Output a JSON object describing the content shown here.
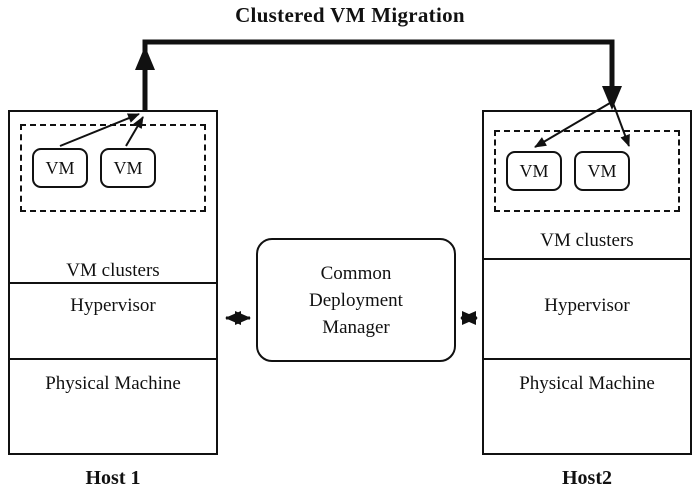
{
  "diagram": {
    "title": "Clustered VM Migration"
  },
  "manager": {
    "lines": [
      "Common",
      "Deployment",
      "Manager"
    ]
  },
  "hosts": [
    {
      "name": "Host 1",
      "vms": [
        "VM",
        "VM"
      ],
      "clusters_label": "VM clusters",
      "hypervisor_label": "Hypervisor",
      "machine_label": "Physical Machine"
    },
    {
      "name": "Host2",
      "vms": [
        "VM",
        "VM"
      ],
      "clusters_label": "VM clusters",
      "hypervisor_label": "Hypervisor",
      "machine_label": "Physical Machine"
    }
  ],
  "colors": {
    "line": "#111111",
    "background": "#ffffff"
  }
}
